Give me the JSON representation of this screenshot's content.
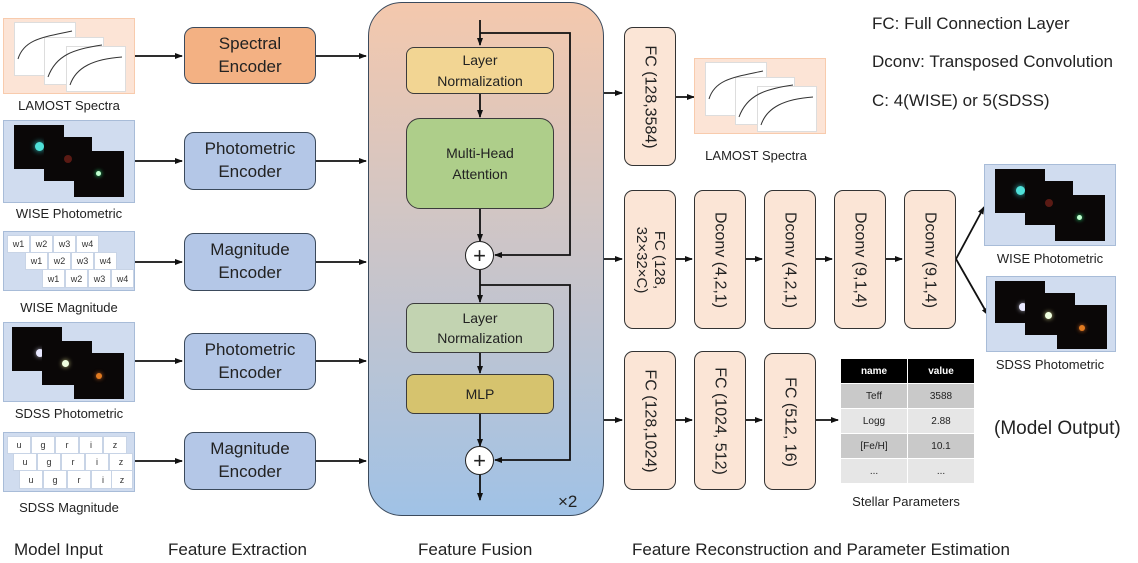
{
  "sections": {
    "model_input": "Model Input",
    "feature_extraction": "Feature Extraction",
    "feature_fusion": "Feature Fusion",
    "reconstruction": "Feature Reconstruction and Parameter Estimation"
  },
  "inputs": [
    {
      "label": "LAMOST Spectra",
      "type": "spectra"
    },
    {
      "label": "WISE Photometric",
      "type": "wise-image"
    },
    {
      "label": "WISE Magnitude",
      "type": "wise-mag",
      "bands": [
        "w1",
        "w2",
        "w3",
        "w4"
      ]
    },
    {
      "label": "SDSS Photometric",
      "type": "sdss-image"
    },
    {
      "label": "SDSS Magnitude",
      "type": "sdss-mag",
      "bands": [
        "u",
        "g",
        "r",
        "i",
        "z"
      ]
    }
  ],
  "encoders": [
    {
      "line1": "Spectral",
      "line2": "Encoder",
      "color": "#f3b183"
    },
    {
      "line1": "Photometric",
      "line2": "Encoder",
      "color": "#b4c7e7"
    },
    {
      "line1": "Magnitude",
      "line2": "Encoder",
      "color": "#b4c7e7"
    },
    {
      "line1": "Photometric",
      "line2": "Encoder",
      "color": "#b4c7e7"
    },
    {
      "line1": "Magnitude",
      "line2": "Encoder",
      "color": "#b4c7e7"
    }
  ],
  "fusion": {
    "layer_norm_1": {
      "line1": "Layer",
      "line2": "Normalization",
      "color": "#f2d593"
    },
    "attention": {
      "line1": "Multi-Head",
      "line2": "Attention",
      "color": "#aece8a"
    },
    "layer_norm_2": {
      "line1": "Layer",
      "line2": "Normalization",
      "color": "#c2d3b1"
    },
    "mlp": {
      "label": "MLP",
      "color": "#d6c36e"
    },
    "add_symbol": "+",
    "repeat": "×2"
  },
  "decoders": {
    "spectra_branch": [
      "FC (128,3584)"
    ],
    "image_branch": [
      "FC (128,\n32×32×C)",
      "Dconv (4,2,1)",
      "Dconv (4,2,1)",
      "Dconv (9,1,4)",
      "Dconv (9,1,4)"
    ],
    "param_branch": [
      "FC (128,1024)",
      "FC (1024, 512)",
      "FC (512, 16)"
    ]
  },
  "outputs": {
    "spectra_label": "LAMOST Spectra",
    "wise_label": "WISE Photometric",
    "sdss_label": "SDSS Photometric",
    "params_caption": "Stellar Parameters",
    "model_output": "(Model Output)",
    "params_table": {
      "headers": [
        "name",
        "value"
      ],
      "rows": [
        [
          "Teff",
          "3588"
        ],
        [
          "Logg",
          "2.88"
        ],
        [
          "[Fe/H]",
          "10.1"
        ],
        [
          "...",
          "..."
        ]
      ]
    }
  },
  "legend": [
    "FC: Full Connection Layer",
    "Dconv: Transposed Convolution",
    "C: 4(WISE) or 5(SDSS)"
  ]
}
